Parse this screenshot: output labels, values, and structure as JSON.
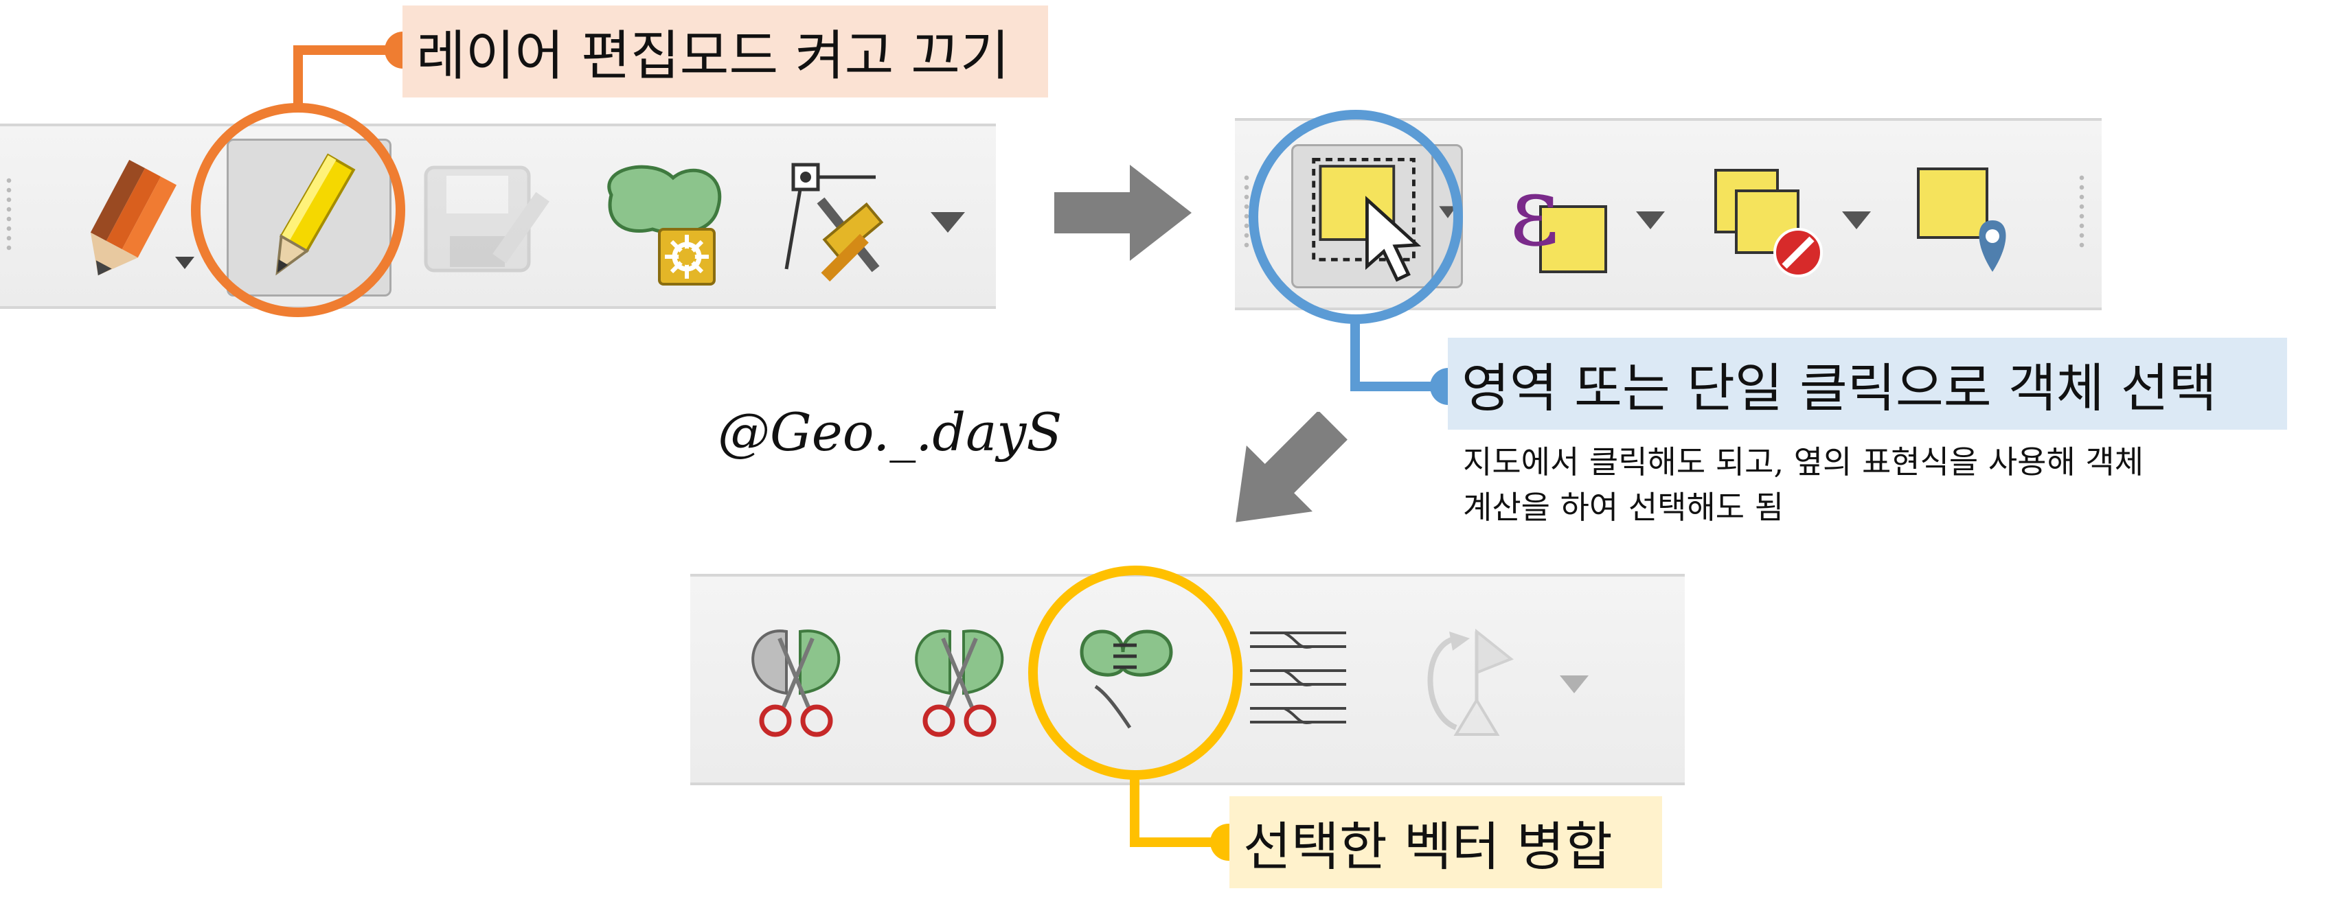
{
  "callouts": {
    "edit_mode": "레이어 편집모드 켜고 끄기",
    "select_features": "영역 또는 단일 클릭으로 객체 선택",
    "merge_features": "선택한 벡터 병합"
  },
  "note": {
    "line1": "지도에서 클릭해도 되고, 옆의 표현식을 사용해 객체",
    "line2": "계산을 하여 선택해도 됨"
  },
  "watermark": "@Geo._.dayS",
  "colors": {
    "orange": "#ef7d31",
    "orange_bg": "#fbe2d3",
    "blue": "#5b9bd5",
    "blue_bg": "#dce9f5",
    "yellow": "#ffc000",
    "yellow_bg": "#fff2cc",
    "arrow": "#7f7f7f"
  },
  "toolbars": {
    "editing": [
      "current-edits-icon",
      "toggle-editing-icon",
      "save-edits-icon",
      "add-polygon-feature-icon",
      "vertex-tool-icon"
    ],
    "selection": [
      "select-features-icon",
      "select-by-expression-icon",
      "deselect-features-icon",
      "select-by-location-icon"
    ],
    "advanced_digitizing": [
      "split-features-icon",
      "split-parts-icon",
      "merge-features-icon",
      "merge-attributes-icon",
      "rotate-point-symbols-icon"
    ]
  }
}
